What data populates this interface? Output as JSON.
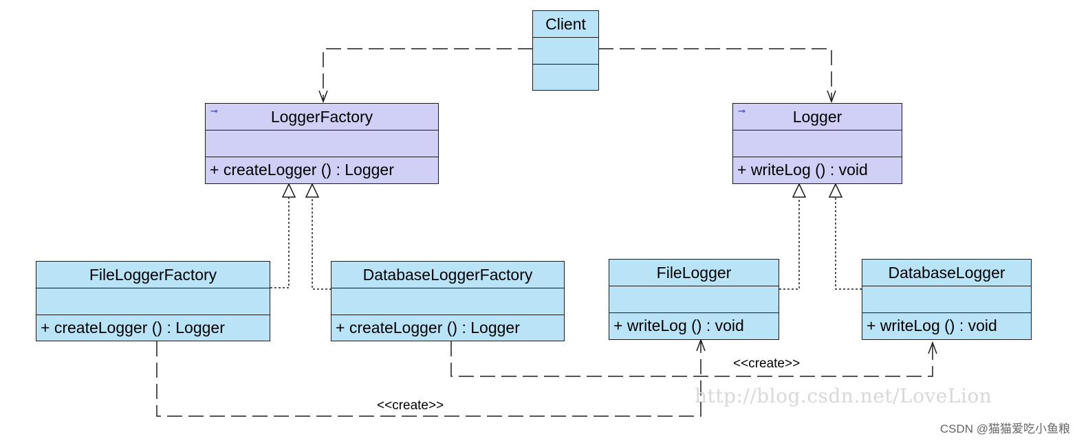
{
  "classes": {
    "client": {
      "name": "Client",
      "operation": ""
    },
    "logger_factory": {
      "name": "LoggerFactory",
      "operation": "+  createLogger () : Logger",
      "icon": "interface-icon"
    },
    "logger": {
      "name": "Logger",
      "operation": "+  writeLog () : void",
      "icon": "interface-icon"
    },
    "file_logger_factory": {
      "name": "FileLoggerFactory",
      "operation": "+  createLogger () : Logger"
    },
    "database_logger_factory": {
      "name": "DatabaseLoggerFactory",
      "operation": "+  createLogger () : Logger"
    },
    "file_logger": {
      "name": "FileLogger",
      "operation": "+  writeLog () : void"
    },
    "database_logger": {
      "name": "DatabaseLogger",
      "operation": "+  writeLog () : void"
    }
  },
  "stereotypes": {
    "create_upper": "<<create>>",
    "create_lower": "<<create>>"
  },
  "watermark": "http://blog.csdn.net/LoveLion",
  "credit": "CSDN @猫猫爱吃小鱼粮",
  "colors": {
    "class_fill": "#b9e3f6",
    "interface_fill": "#d0d0f6",
    "line": "#1a1a1a"
  }
}
